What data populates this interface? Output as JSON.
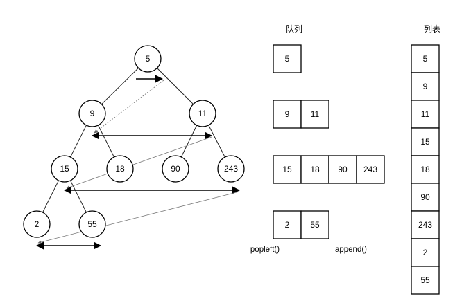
{
  "tree": {
    "nodes": [
      {
        "id": "n5",
        "label": "5"
      },
      {
        "id": "n9",
        "label": "9"
      },
      {
        "id": "n11",
        "label": "11"
      },
      {
        "id": "n15",
        "label": "15"
      },
      {
        "id": "n18",
        "label": "18"
      },
      {
        "id": "n90",
        "label": "90"
      },
      {
        "id": "n243",
        "label": "243"
      },
      {
        "id": "n2",
        "label": "2"
      },
      {
        "id": "n55",
        "label": "55"
      }
    ],
    "edges": [
      [
        "n5",
        "n9"
      ],
      [
        "n5",
        "n11"
      ],
      [
        "n9",
        "n15"
      ],
      [
        "n9",
        "n18"
      ],
      [
        "n11",
        "n90"
      ],
      [
        "n11",
        "n243"
      ],
      [
        "n15",
        "n2"
      ],
      [
        "n15",
        "n55"
      ]
    ]
  },
  "queue": {
    "title": "队列",
    "rows": [
      [
        "5"
      ],
      [
        "9",
        "11"
      ],
      [
        "15",
        "18",
        "90",
        "243"
      ],
      [
        "2",
        "55"
      ]
    ],
    "popleft_label": "popleft()",
    "append_label": "append()"
  },
  "list": {
    "title": "列表",
    "values": [
      "5",
      "9",
      "11",
      "15",
      "18",
      "90",
      "243",
      "2",
      "55"
    ]
  }
}
